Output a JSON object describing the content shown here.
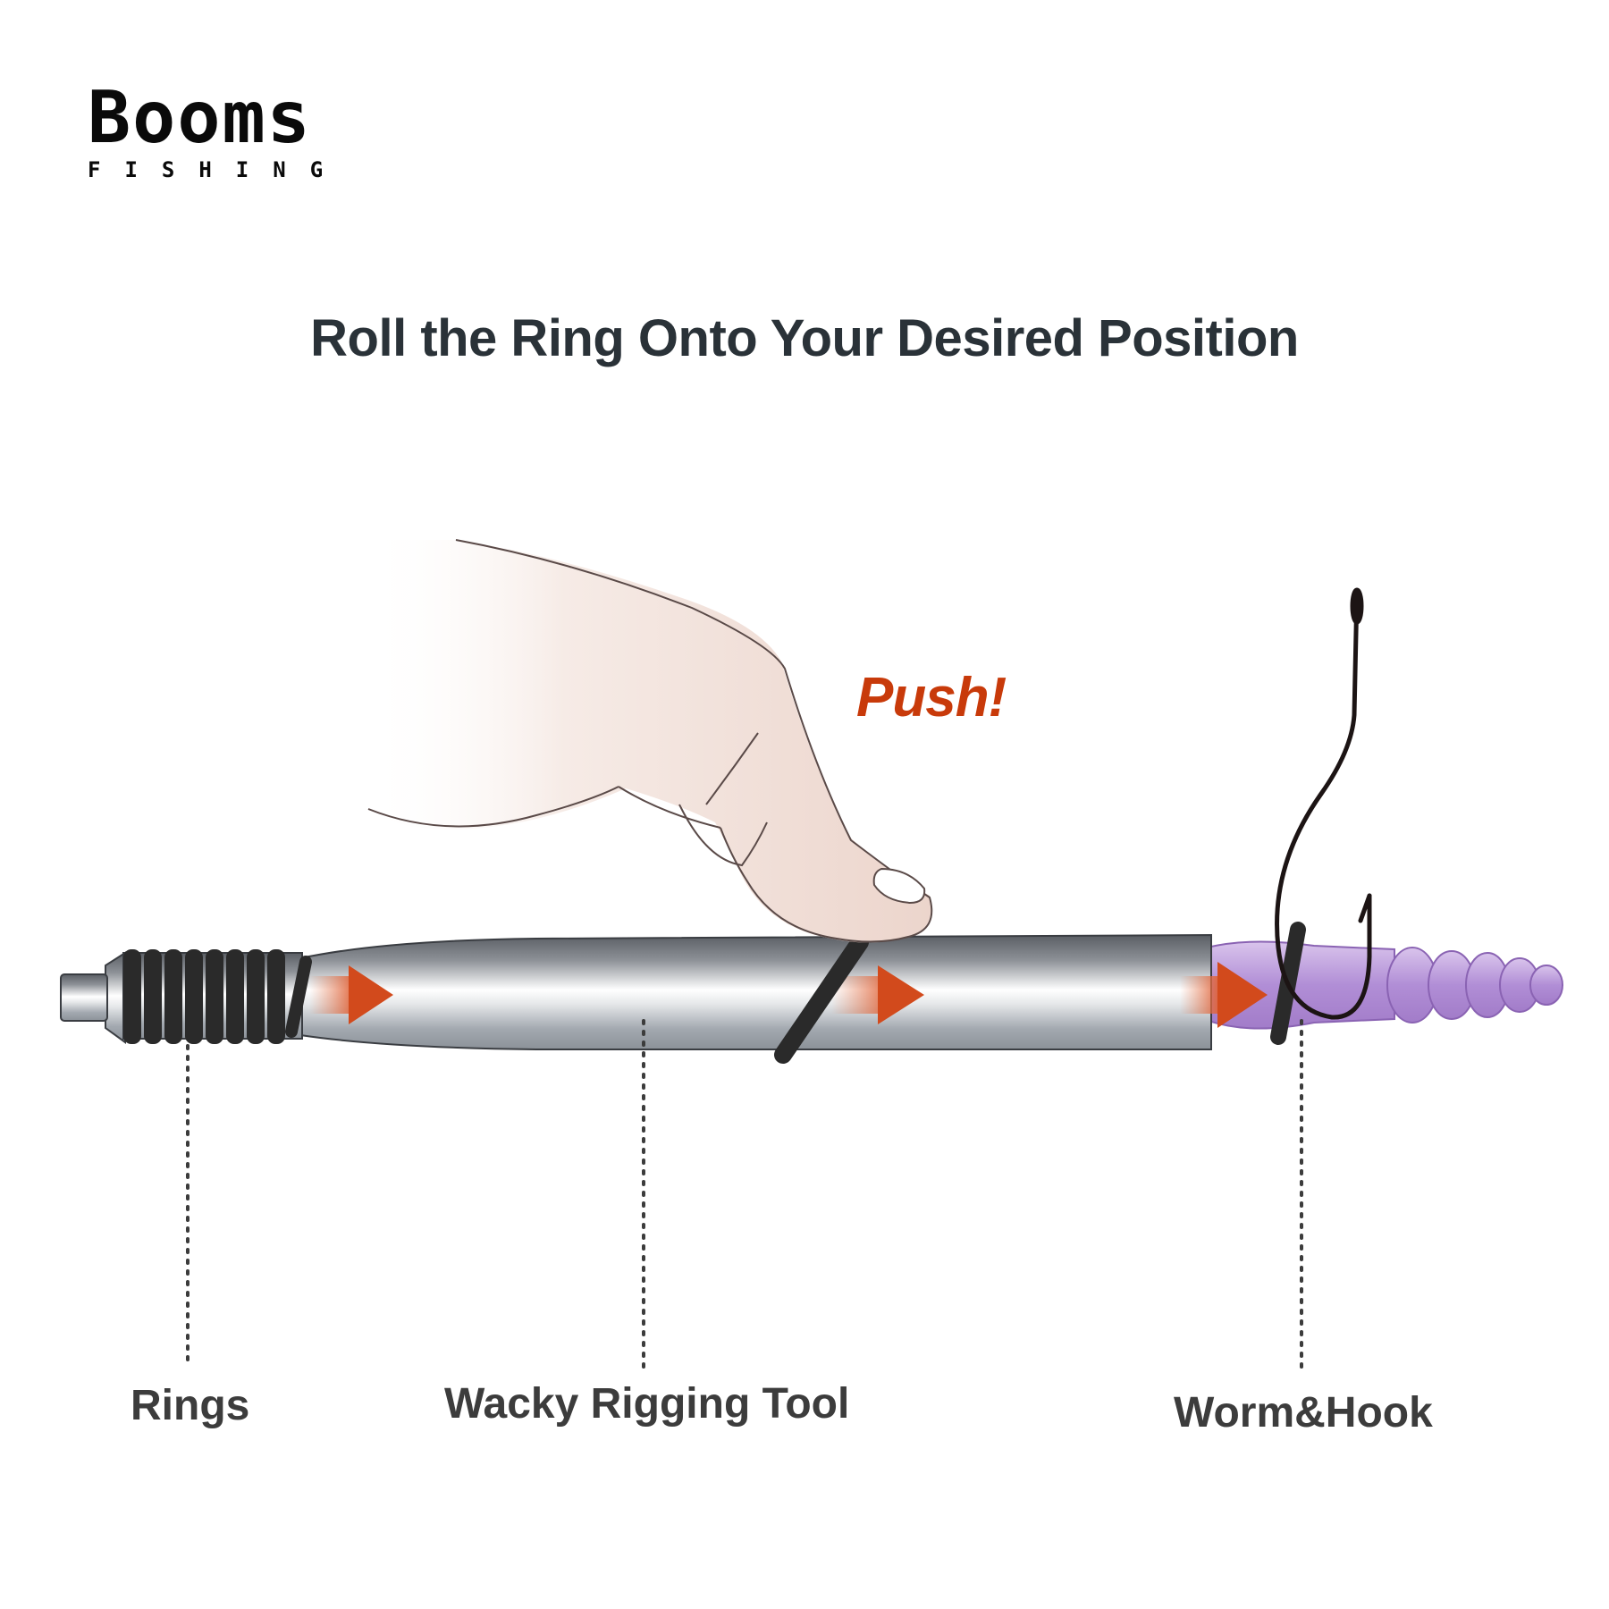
{
  "logo": {
    "brand": "Booms",
    "sub": "FISHING"
  },
  "title": "Roll the Ring Onto Your Desired Position",
  "callout": "Push!",
  "labels": {
    "rings": "Rings",
    "tool": "Wacky Rigging Tool",
    "worm": "Worm&Hook"
  },
  "colors": {
    "arrow": "#d24a1c",
    "push_text": "#c83a0a",
    "title_text": "#2a3238",
    "worm": "#b591d6",
    "ring": "#2a2a2a",
    "tool_metal": "#9ea4ab",
    "finger": "#efd9cf"
  },
  "icons": [
    "finger-illustration",
    "fishing-hook-icon",
    "arrow-right-icon",
    "worm-illustration"
  ]
}
